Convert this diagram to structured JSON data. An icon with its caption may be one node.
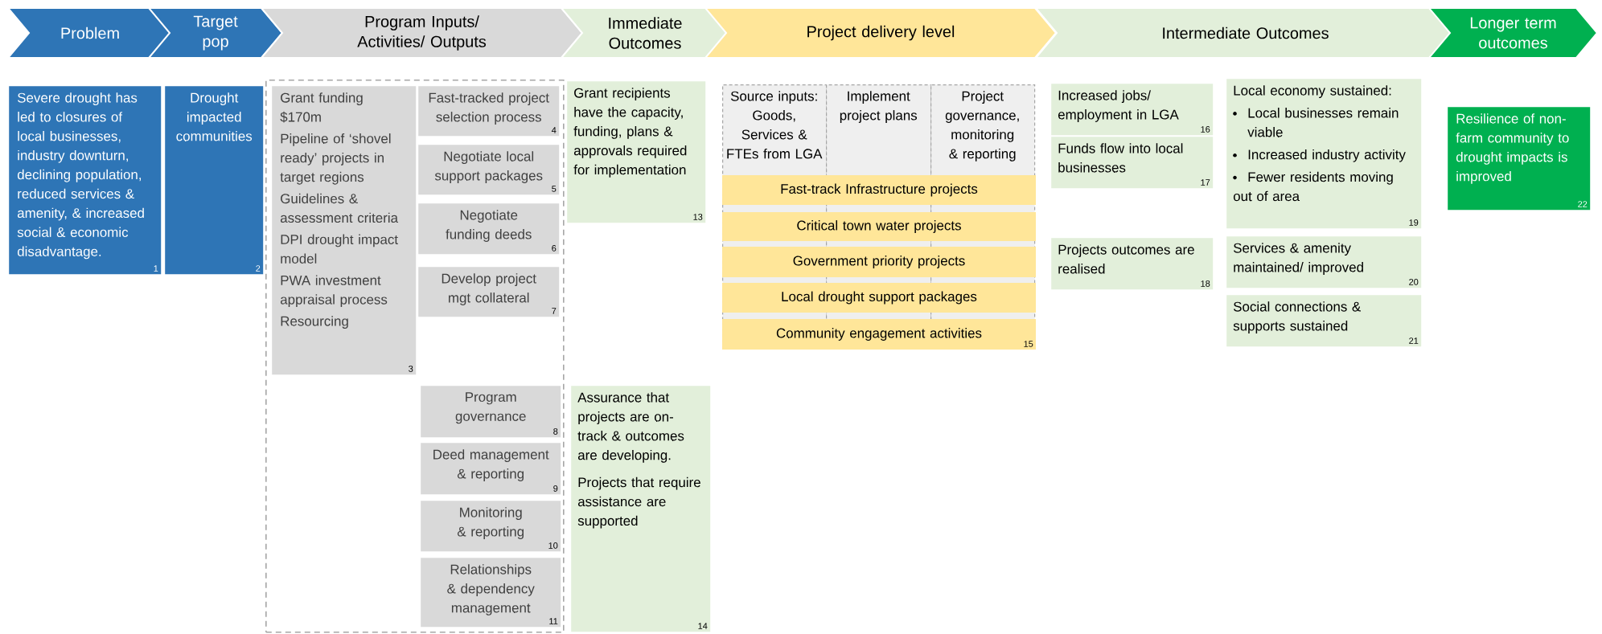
{
  "diagram": {
    "nodes": [
      {
        "text": [
          "Problem"
        ]
      },
      {
        "text": [
          "Target pop"
        ]
      },
      {
        "text": [
          "Program Inputs/ Activities/ Outputs"
        ]
      },
      {
        "text": [
          "Immediate Outcomes"
        ]
      },
      {
        "text": [
          "Project delivery level"
        ]
      },
      {
        "text": [
          "Intermediate Outcomes"
        ]
      },
      {
        "text": [
          "Longer term outcomes"
        ]
      },
      {
        "text": [
          "Severe drought has led to closures of local businesses, industry downturn, declining population, reduced services & amenity, & increased social & economic disadvantage.",
          "1"
        ]
      },
      {
        "text": [
          "Drought impacted communities",
          "2"
        ]
      },
      {
        "text": [],
        "shape": "box"
      },
      {
        "text": [
          "Grant funding $170m",
          "Pipeline of ‘shovel ready’ projects in target regions",
          "Guidelines & assessment criteria",
          "DPI drought impact model",
          "PWA investment appraisal process",
          "Resourcing",
          "3"
        ],
        "in": 9
      },
      {
        "text": [
          "Fast-tracked project selection process",
          "4"
        ],
        "in": 9
      },
      {
        "text": [
          "Negotiate local support packages",
          "5"
        ],
        "in": 9
      },
      {
        "text": [
          "Negotiate funding deeds",
          "6"
        ],
        "in": 9
      },
      {
        "text": [
          "Develop project mgt collateral",
          "7"
        ],
        "in": 9
      },
      {
        "text": [
          "Program governance",
          "8"
        ],
        "in": 9
      },
      {
        "text": [
          "Deed management & reporting",
          "9"
        ],
        "in": 9
      },
      {
        "text": [
          "Monitoring & reporting",
          "10"
        ],
        "in": 9
      },
      {
        "text": [
          "Relationships & dependency management",
          "11"
        ],
        "in": 9
      },
      {
        "text": [
          "Grant recipients have the capacity, funding, plans & approvals required for implementation",
          "13"
        ]
      },
      {
        "text": [
          "Assurance that projects are on-track & outcomes are developing.",
          "Projects that require assistance are supported",
          "14"
        ]
      },
      {
        "text": [
          "Source inputs: Goods, Services & FTEs from LGA"
        ]
      },
      {
        "text": [
          "Implement project plans"
        ]
      },
      {
        "text": [
          "Project governance, monitoring & reporting"
        ]
      },
      {
        "text": [
          "Fast-track Infrastructure projects"
        ]
      },
      {
        "text": [
          "Critical town water projects"
        ]
      },
      {
        "text": [
          "Government priority projects"
        ]
      },
      {
        "text": [
          "Local drought support packages"
        ]
      },
      {
        "text": [
          "Community engagement activities",
          "15"
        ]
      },
      {
        "text": [
          "Increased jobs/ employment in LGA",
          "16"
        ]
      },
      {
        "text": [
          "Funds flow into local businesses",
          "17"
        ]
      },
      {
        "text": [
          "Projects outcomes are realised",
          "18"
        ]
      },
      {
        "text": [
          "Local economy sustained:",
          "Local businesses remain viable",
          "Increased industry activity",
          "Fewer residents moving out of area",
          "19"
        ]
      },
      {
        "text": [
          "Services & amenity maintained/ improved",
          "20"
        ]
      },
      {
        "text": [
          "Social connections & supports sustained",
          "21"
        ]
      },
      {
        "text": [
          "Resilience of non-farm community to drought impacts is improved",
          "22"
        ]
      }
    ],
    "edges": []
  }
}
